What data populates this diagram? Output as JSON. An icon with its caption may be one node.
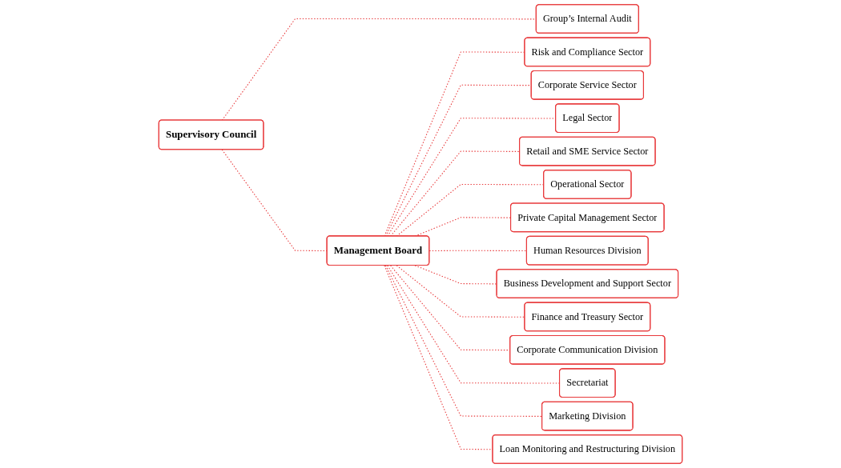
{
  "diagram": {
    "nodes": [
      {
        "text": [
          "Supervisory Council"
        ]
      },
      {
        "text": [
          "Management Board"
        ]
      },
      {
        "text": [
          "Group’s Internal Audit"
        ]
      },
      {
        "text": [
          "Risk and Compliance Sector"
        ]
      },
      {
        "text": [
          "Corporate Service Sector"
        ]
      },
      {
        "text": [
          "Legal Sector"
        ]
      },
      {
        "text": [
          "Retail and SME Service Sector"
        ]
      },
      {
        "text": [
          "Operational Sector"
        ]
      },
      {
        "text": [
          "Private Capital Management Sector"
        ]
      },
      {
        "text": [
          "Human Resources Division"
        ]
      },
      {
        "text": [
          "Business Development and Support Sector"
        ]
      },
      {
        "text": [
          "Finance and Treasury Sector"
        ]
      },
      {
        "text": [
          "Corporate Communication Division"
        ]
      },
      {
        "text": [
          "Secretariat"
        ]
      },
      {
        "text": [
          "Marketing Division"
        ]
      },
      {
        "text": [
          "Loan Monitoring and Restructuring Division"
        ]
      }
    ],
    "edges": [
      {
        "from": 0,
        "to": 2,
        "arrow": "none",
        "style": "dashed"
      },
      {
        "from": 0,
        "to": 1,
        "arrow": "none",
        "style": "dashed"
      },
      {
        "from": 1,
        "to": 3,
        "arrow": "none",
        "style": "dashed"
      },
      {
        "from": 1,
        "to": 4,
        "arrow": "none",
        "style": "dashed"
      },
      {
        "from": 1,
        "to": 5,
        "arrow": "none",
        "style": "dashed"
      },
      {
        "from": 1,
        "to": 6,
        "arrow": "none",
        "style": "dashed"
      },
      {
        "from": 1,
        "to": 7,
        "arrow": "none",
        "style": "dashed"
      },
      {
        "from": 1,
        "to": 8,
        "arrow": "none",
        "style": "dashed"
      },
      {
        "from": 1,
        "to": 9,
        "arrow": "none",
        "style": "dashed"
      },
      {
        "from": 1,
        "to": 10,
        "arrow": "none",
        "style": "dashed"
      },
      {
        "from": 1,
        "to": 11,
        "arrow": "none",
        "style": "dashed"
      },
      {
        "from": 1,
        "to": 12,
        "arrow": "none",
        "style": "dashed"
      },
      {
        "from": 1,
        "to": 13,
        "arrow": "none",
        "style": "dashed"
      },
      {
        "from": 1,
        "to": 14,
        "arrow": "none",
        "style": "dashed"
      },
      {
        "from": 1,
        "to": 15,
        "arrow": "none",
        "style": "dashed"
      }
    ]
  }
}
